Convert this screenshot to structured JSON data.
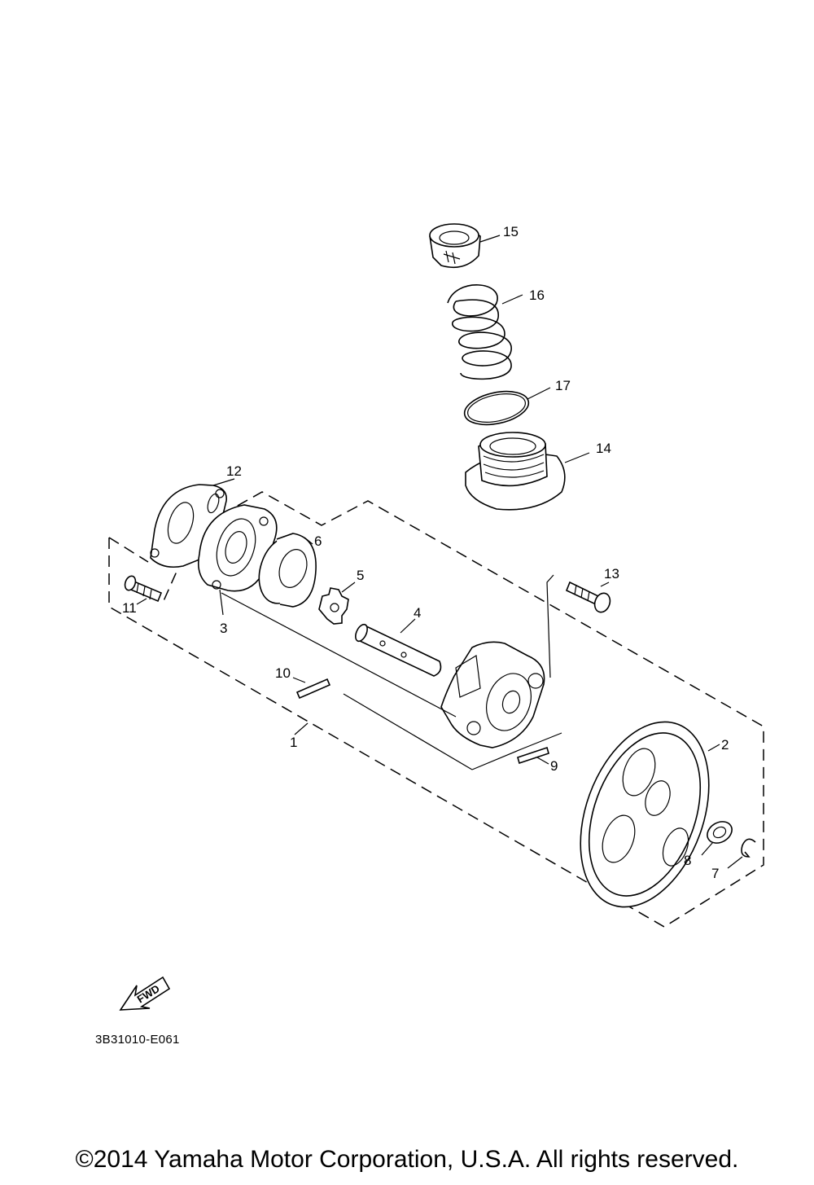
{
  "diagram_code": "3B31010-E061",
  "copyright": "©2014 Yamaha Motor Corporation, U.S.A. All rights reserved.",
  "fwd_label": "FWD",
  "callouts": [
    {
      "id": "1",
      "label": "1"
    },
    {
      "id": "2",
      "label": "2"
    },
    {
      "id": "3",
      "label": "3"
    },
    {
      "id": "4",
      "label": "4"
    },
    {
      "id": "5",
      "label": "5"
    },
    {
      "id": "6",
      "label": "6"
    },
    {
      "id": "7",
      "label": "7"
    },
    {
      "id": "8",
      "label": "8"
    },
    {
      "id": "9",
      "label": "9"
    },
    {
      "id": "10",
      "label": "10"
    },
    {
      "id": "11",
      "label": "11"
    },
    {
      "id": "12",
      "label": "12"
    },
    {
      "id": "13",
      "label": "13"
    },
    {
      "id": "14",
      "label": "14"
    },
    {
      "id": "15",
      "label": "15"
    },
    {
      "id": "16",
      "label": "16"
    },
    {
      "id": "17",
      "label": "17"
    }
  ]
}
